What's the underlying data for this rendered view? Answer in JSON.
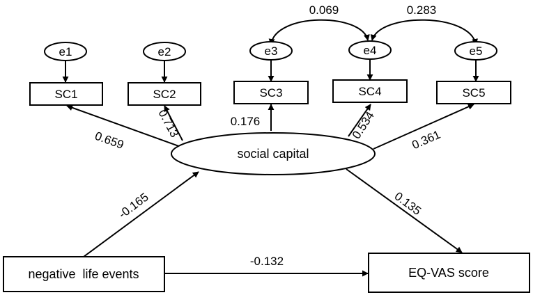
{
  "errors": [
    {
      "id": "e1",
      "label": "e1"
    },
    {
      "id": "e2",
      "label": "e2"
    },
    {
      "id": "e3",
      "label": "e3"
    },
    {
      "id": "e4",
      "label": "e4"
    },
    {
      "id": "e5",
      "label": "e5"
    }
  ],
  "indicators": [
    {
      "id": "sc1",
      "label": "SC1",
      "loading": "0.659"
    },
    {
      "id": "sc2",
      "label": "SC2",
      "loading": "0.713"
    },
    {
      "id": "sc3",
      "label": "SC3",
      "loading": "0.176"
    },
    {
      "id": "sc4",
      "label": "SC4",
      "loading": "0.534"
    },
    {
      "id": "sc5",
      "label": "SC5",
      "loading": "0.361"
    }
  ],
  "latent": {
    "label": "social capital"
  },
  "exogenous": {
    "label": "negative  life events"
  },
  "outcome": {
    "label": "EQ-VAS score"
  },
  "paths": {
    "events_to_capital": "-0.165",
    "capital_to_outcome": "0.135",
    "events_to_outcome": "-0.132"
  },
  "covariances": {
    "e3_e4": "0.069",
    "e4_e5": "0.283"
  }
}
